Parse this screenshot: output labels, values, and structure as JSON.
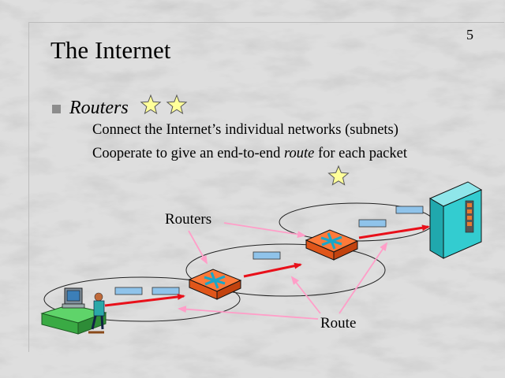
{
  "slide": {
    "page_number": "5",
    "title": "The Internet",
    "bullet": {
      "heading": "Routers",
      "lines": [
        "Connect the Internet’s individual networks (subnets)"
      ],
      "line2_before": "Cooperate to give an end-to-end ",
      "line2_emphasis": "route",
      "line2_after": " for each packet"
    },
    "diagram_labels": {
      "routers": "Routers",
      "route": "Route"
    }
  },
  "colors": {
    "router_orange": "#ff7a3a",
    "route_arrow_red": "#e8101a",
    "callout_pink": "#ff9ec8",
    "packet_blue": "#8fc3ea",
    "server_teal": "#33ccd0",
    "star_yellow": "#ffff99"
  },
  "icons": [
    "star-icon",
    "router-icon",
    "server-icon",
    "workstation-icon",
    "packet-icon"
  ]
}
